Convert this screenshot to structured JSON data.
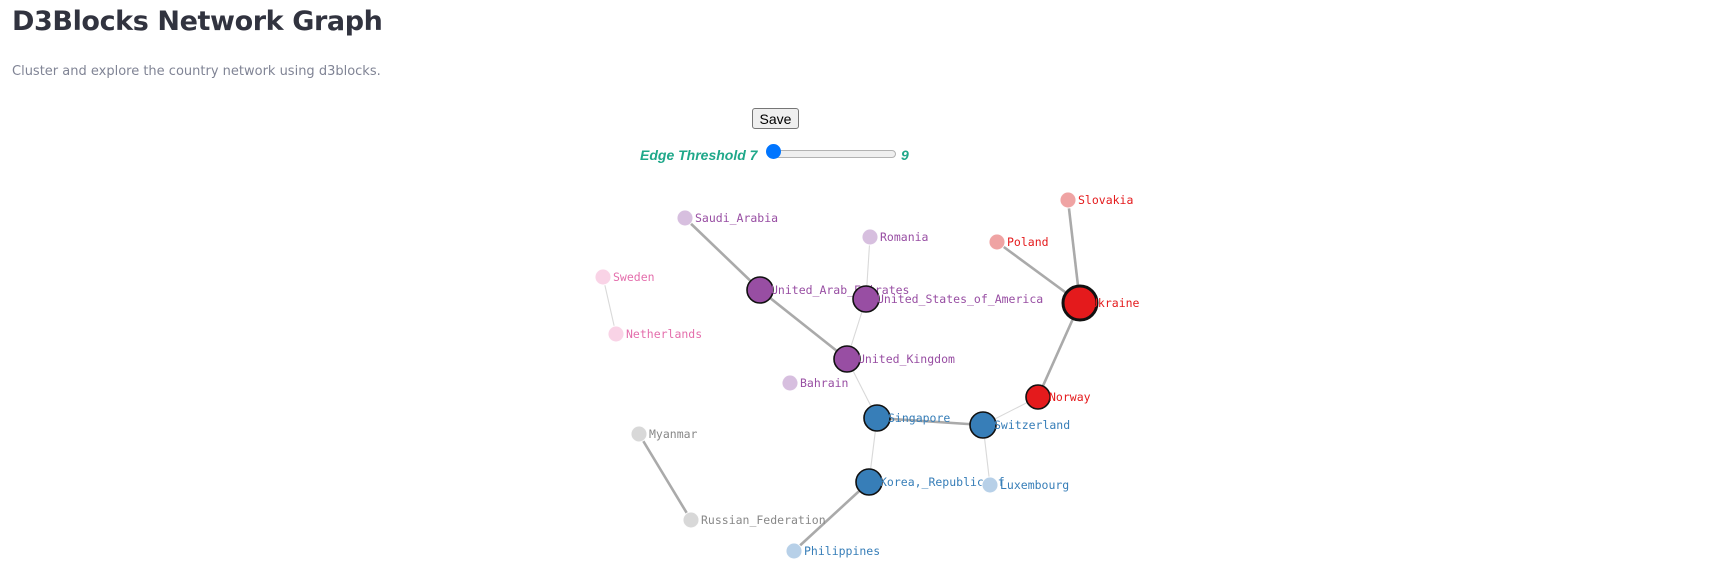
{
  "header": {
    "title": "D3Blocks Network Graph",
    "subtitle": "Cluster and explore the country network using d3blocks."
  },
  "controls": {
    "save_label": "Save",
    "threshold_label": "Edge Threshold 7",
    "threshold_max": "9",
    "threshold_value": 7,
    "threshold_min_value": 7,
    "threshold_max_value": 9
  },
  "colors": {
    "purple": "#984ea3",
    "purple_light": "#d7bfdf",
    "blue": "#377eb8",
    "blue_light": "#b7d0e8",
    "red": "#e41a1c",
    "red_light": "#efa3a3",
    "pink": "#e46eac",
    "pink_light": "#f9d3e6",
    "grey": "#888888",
    "grey_light": "#d8d8d8",
    "edge": "#aaaaaa",
    "edge_light": "#d9d9d9"
  },
  "graph": {
    "nodes": [
      {
        "id": "Saudi_Arabia",
        "label": "Saudi_Arabia",
        "cluster": "purple",
        "level": "light"
      },
      {
        "id": "Romania",
        "label": "Romania",
        "cluster": "purple",
        "level": "light"
      },
      {
        "id": "United_Arab_Emirates",
        "label": "United_Arab_Emirates",
        "cluster": "purple",
        "level": "dark"
      },
      {
        "id": "United_States_of_America",
        "label": "United_States_of_America",
        "cluster": "purple",
        "level": "dark"
      },
      {
        "id": "United_Kingdom",
        "label": "United_Kingdom",
        "cluster": "purple",
        "level": "dark"
      },
      {
        "id": "Bahrain",
        "label": "Bahrain",
        "cluster": "purple",
        "level": "light"
      },
      {
        "id": "Sweden",
        "label": "Sweden",
        "cluster": "pink",
        "level": "light"
      },
      {
        "id": "Netherlands",
        "label": "Netherlands",
        "cluster": "pink",
        "level": "light"
      },
      {
        "id": "Slovakia",
        "label": "Slovakia",
        "cluster": "red",
        "level": "light"
      },
      {
        "id": "Poland",
        "label": "Poland",
        "cluster": "red",
        "level": "light"
      },
      {
        "id": "Ukraine",
        "label": "Ukraine",
        "cluster": "red",
        "level": "dark"
      },
      {
        "id": "Norway",
        "label": "Norway",
        "cluster": "red",
        "level": "dark"
      },
      {
        "id": "Singapore",
        "label": "Singapore",
        "cluster": "blue",
        "level": "dark"
      },
      {
        "id": "Switzerland",
        "label": "Switzerland",
        "cluster": "blue",
        "level": "dark"
      },
      {
        "id": "Korea,_Republic_of",
        "label": "Korea,_Republic_of",
        "cluster": "blue",
        "level": "dark"
      },
      {
        "id": "Luxembourg",
        "label": "Luxembourg",
        "cluster": "blue",
        "level": "light"
      },
      {
        "id": "Philippines",
        "label": "Philippines",
        "cluster": "blue",
        "level": "light"
      },
      {
        "id": "Myanmar",
        "label": "Myanmar",
        "cluster": "grey",
        "level": "light"
      },
      {
        "id": "Russian_Federation",
        "label": "Russian_Federation",
        "cluster": "grey",
        "level": "light"
      }
    ],
    "edges": [
      {
        "source": "Saudi_Arabia",
        "target": "United_Arab_Emirates",
        "weight": "strong"
      },
      {
        "source": "United_Arab_Emirates",
        "target": "United_Kingdom",
        "weight": "strong"
      },
      {
        "source": "Romania",
        "target": "United_States_of_America",
        "weight": "weak"
      },
      {
        "source": "United_States_of_America",
        "target": "United_Kingdom",
        "weight": "weak"
      },
      {
        "source": "United_Kingdom",
        "target": "Singapore",
        "weight": "weak"
      },
      {
        "source": "Singapore",
        "target": "Switzerland",
        "weight": "strong"
      },
      {
        "source": "Singapore",
        "target": "Korea,_Republic_of",
        "weight": "weak"
      },
      {
        "source": "Switzerland",
        "target": "Norway",
        "weight": "weak"
      },
      {
        "source": "Switzerland",
        "target": "Luxembourg",
        "weight": "weak"
      },
      {
        "source": "Norway",
        "target": "Ukraine",
        "weight": "strong"
      },
      {
        "source": "Slovakia",
        "target": "Ukraine",
        "weight": "strong"
      },
      {
        "source": "Poland",
        "target": "Ukraine",
        "weight": "strong"
      },
      {
        "source": "Korea,_Republic_of",
        "target": "Philippines",
        "weight": "strong"
      },
      {
        "source": "Sweden",
        "target": "Netherlands",
        "weight": "weak"
      },
      {
        "source": "Myanmar",
        "target": "Russian_Federation",
        "weight": "strong"
      }
    ]
  }
}
